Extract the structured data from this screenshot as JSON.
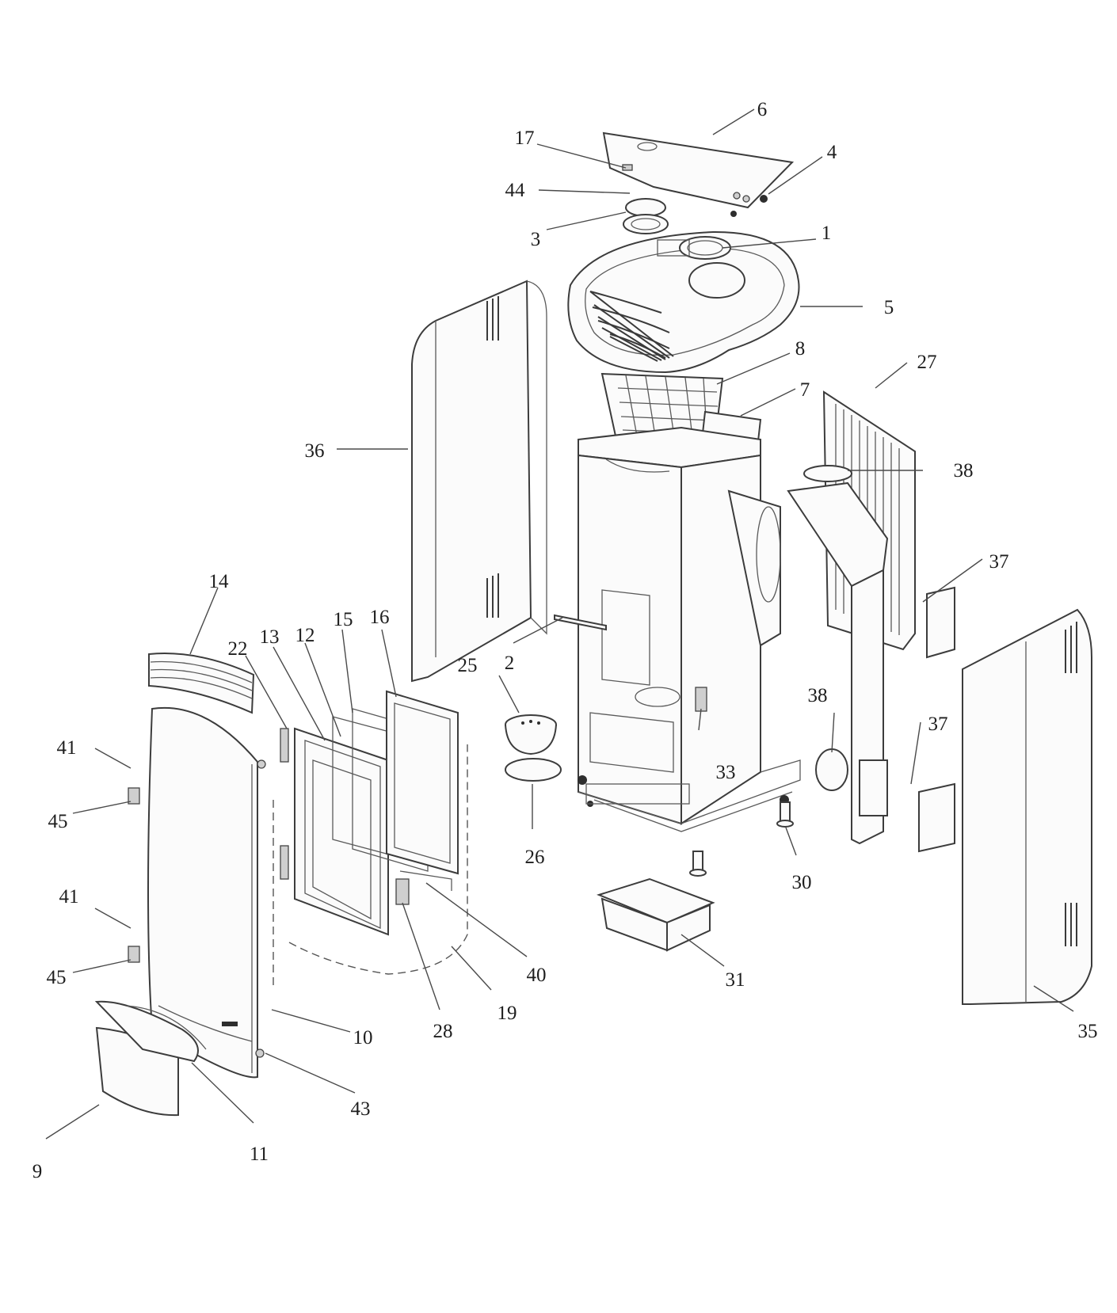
{
  "diagram": {
    "parts": [
      {
        "key": "p1",
        "number": "1"
      },
      {
        "key": "p2",
        "number": "2"
      },
      {
        "key": "p3",
        "number": "3"
      },
      {
        "key": "p4",
        "number": "4"
      },
      {
        "key": "p5",
        "number": "5"
      },
      {
        "key": "p6",
        "number": "6"
      },
      {
        "key": "p7",
        "number": "7"
      },
      {
        "key": "p8",
        "number": "8"
      },
      {
        "key": "p9",
        "number": "9"
      },
      {
        "key": "p10",
        "number": "10"
      },
      {
        "key": "p11",
        "number": "11"
      },
      {
        "key": "p12",
        "number": "12"
      },
      {
        "key": "p13",
        "number": "13"
      },
      {
        "key": "p14",
        "number": "14"
      },
      {
        "key": "p15",
        "number": "15"
      },
      {
        "key": "p16",
        "number": "16"
      },
      {
        "key": "p17",
        "number": "17"
      },
      {
        "key": "p19",
        "number": "19"
      },
      {
        "key": "p22",
        "number": "22"
      },
      {
        "key": "p25",
        "number": "25"
      },
      {
        "key": "p26",
        "number": "26"
      },
      {
        "key": "p27",
        "number": "27"
      },
      {
        "key": "p28",
        "number": "28"
      },
      {
        "key": "p30",
        "number": "30"
      },
      {
        "key": "p31",
        "number": "31"
      },
      {
        "key": "p33",
        "number": "33"
      },
      {
        "key": "p35",
        "number": "35"
      },
      {
        "key": "p36",
        "number": "36"
      },
      {
        "key": "p37a",
        "number": "37"
      },
      {
        "key": "p37b",
        "number": "37"
      },
      {
        "key": "p38a",
        "number": "38"
      },
      {
        "key": "p38b",
        "number": "38"
      },
      {
        "key": "p40",
        "number": "40"
      },
      {
        "key": "p41a",
        "number": "41"
      },
      {
        "key": "p41b",
        "number": "41"
      },
      {
        "key": "p43",
        "number": "43"
      },
      {
        "key": "p44",
        "number": "44"
      },
      {
        "key": "p45a",
        "number": "45"
      },
      {
        "key": "p45b",
        "number": "45"
      }
    ]
  }
}
